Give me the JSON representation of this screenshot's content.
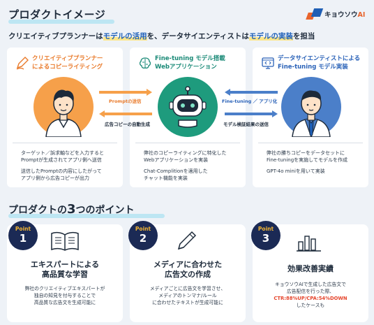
{
  "header": {
    "title": "プロダクトイメージ",
    "logo_text_a": "キョウソウ",
    "logo_text_b": "AI"
  },
  "tagline": {
    "p1": "クリエイティブプランナーは",
    "h1": "モデルの活用",
    "p2": "を、データサイエンティストは",
    "h2": "モデルの実装",
    "p3": "を担当"
  },
  "panels": [
    {
      "title_line1": "クリエイティブプランナー",
      "title_line2": "によるコピーライティング",
      "icon": "pencil-icon",
      "desc": [
        "ターゲット／訴求軸などを入力すると",
        "Promptが生成されてアプリ側へ送信",
        "",
        "送信したPromptの内容にしたがって",
        "アプリ側から広告コピーが出力"
      ]
    },
    {
      "title_line1": "Fine-tuning モデル搭載",
      "title_line2": "Webアプリケーション",
      "icon": "brain-icon",
      "desc": [
        "弊社のコピーライティングに特化した",
        "Webアプリケーションを実装",
        "",
        "Chat-Complitionを適用した",
        "チャット機能を実装"
      ]
    },
    {
      "title_line1": "データサイエンティストによる",
      "title_line2": "Fine-tuning モデル実装",
      "icon": "code-window-icon",
      "desc": [
        "弊社の勝ちコピーをデータセットに",
        "Fine-tuningを実施してモデルを作成",
        "",
        "GPT-4o miniを用いて実装"
      ]
    }
  ],
  "arrows": {
    "prompt_send": "Promptの送信",
    "ad_copy_gen": "広告コピーの自動生成",
    "finetune_api": "Fine-tuning ／ アプリ化",
    "model_verify": "モデル検証結果の送信"
  },
  "points_header": {
    "a": "プロダクトの",
    "num": "3",
    "b": "つのポイント"
  },
  "points": [
    {
      "label": "Point",
      "num": "1",
      "title_line1": "エキスパートによる",
      "title_line2": "高品質な学習",
      "icon": "open-book-icon",
      "text": [
        "弊社のクリエイティブエキスパートが",
        "独自の知見を付与することで",
        "高品質な広告文を生成可能に"
      ]
    },
    {
      "label": "Point",
      "num": "2",
      "title_line1": "メディアに合わせた",
      "title_line2": "広告文の作成",
      "icon": "pen-icon",
      "text": [
        "メディアごとに広告文を学習させ、",
        "メディアのトンマナ/ルール",
        "に合わせたテキストが生成可能に"
      ]
    },
    {
      "label": "Point",
      "num": "3",
      "title_line1": "効果改善実績",
      "icon": "bar-chart-icon",
      "text_a": "キョウソウAIで生成した広告文で",
      "text_b": "広告配信を行った際、",
      "text_red": "CTR:88%UP/CPA:54%DOWN",
      "text_c": "したケースも"
    }
  ],
  "colors": {
    "orange": "#f6a04a",
    "teal": "#1e9b7d",
    "blue": "#4b7fc9",
    "navy": "#1b2a55",
    "highlight_blue": "#1d5fb8"
  }
}
